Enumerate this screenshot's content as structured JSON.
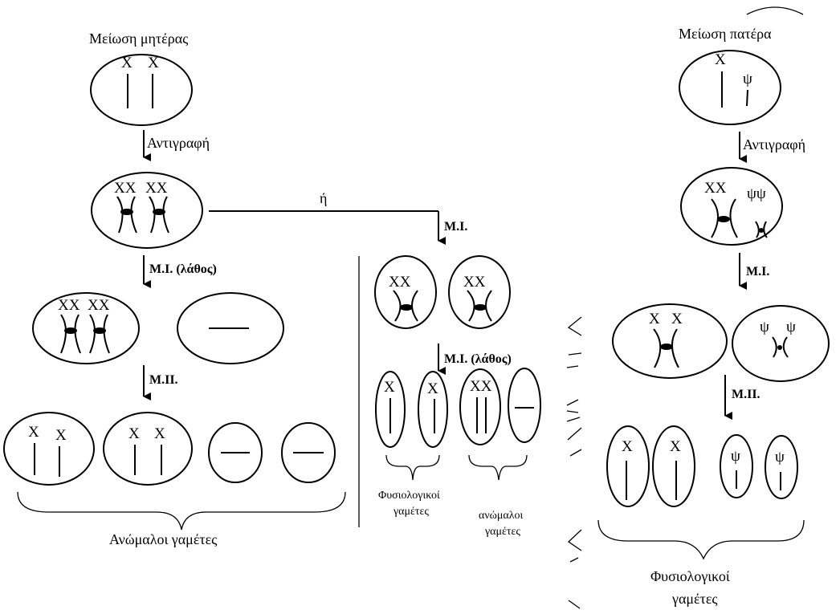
{
  "mother": {
    "title": "Μείωση μητέρας",
    "replication": "Αντιγραφή",
    "or_label": "ή",
    "mi_error": "Μ.Ι. (λάθος)",
    "mii": "Μ.ΙΙ.",
    "mi": "Μ.Ι.",
    "mi_error_2": "Μ.Ι. (λάθος)",
    "abnormal_gametes": "Ανώμαλοι  γαμέτες",
    "normal_gametes_1": "Φυσιολογικοί",
    "normal_gametes_2": "γαμέτες",
    "abnormal_small_1": "ανώμαλοι",
    "abnormal_small_2": "γαμέτες"
  },
  "father": {
    "title": "Μείωση πατέρα",
    "replication": "Αντιγραφή",
    "mi": "Μ.Ι.",
    "mii": "Μ.ΙΙ.",
    "normal_gametes_1": "Φυσιολογικοί",
    "normal_gametes_2": "γαμέτες"
  },
  "chromosomes": {
    "x": "X",
    "xx": "XX",
    "y": "ψ",
    "yy": "ψψ"
  }
}
